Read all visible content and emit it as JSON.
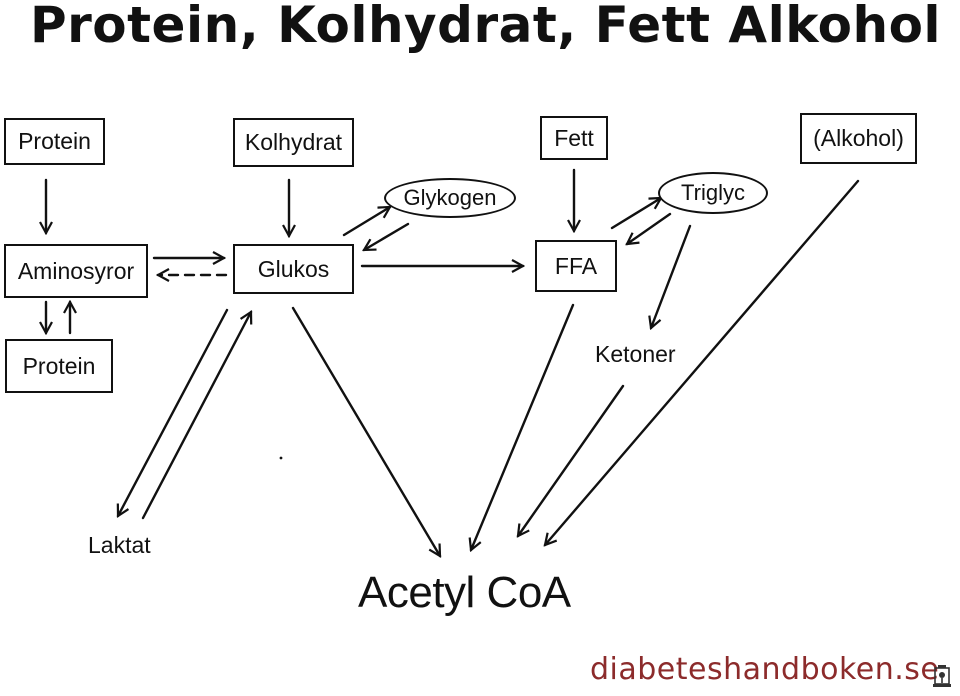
{
  "title": "Protein, Kolhydrat, Fett Alkohol",
  "nodes": {
    "protein_top": "Protein",
    "kolhydrat": "Kolhydrat",
    "fett": "Fett",
    "alkohol": "(Alkohol)",
    "aminosyror": "Aminosyror",
    "glukos": "Glukos",
    "ffa": "FFA",
    "protein_bottom": "Protein",
    "glykogen": "Glykogen",
    "triglyc": "Triglyc",
    "ketoner": "Ketoner",
    "laktat": "Laktat",
    "acetyl_coa": "Acetyl CoA"
  },
  "brand": "diabeteshandboken.se",
  "logo_icon": "emblem-icon"
}
